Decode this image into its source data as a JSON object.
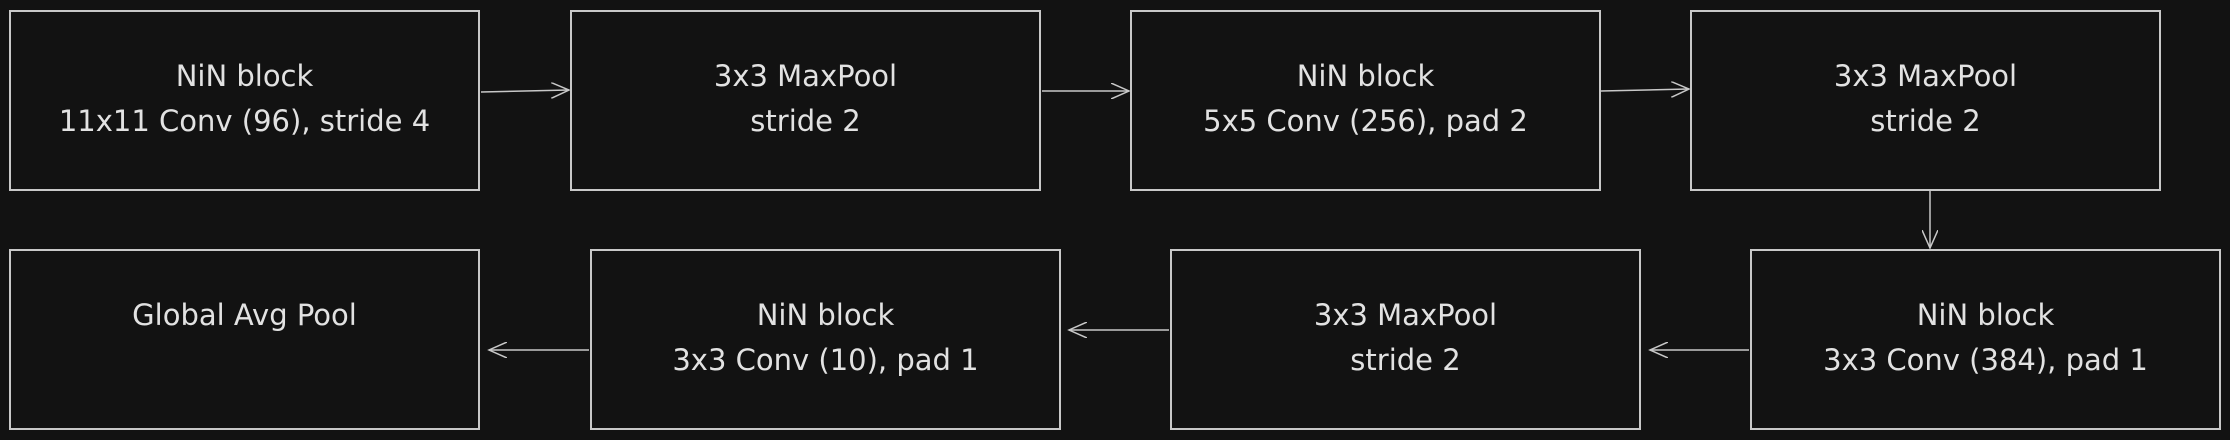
{
  "nodes": [
    {
      "id": "nin1",
      "lines": [
        "NiN block",
        "11x11 Conv (96), stride 4"
      ]
    },
    {
      "id": "pool1",
      "lines": [
        "3x3 MaxPool",
        "stride 2"
      ]
    },
    {
      "id": "nin2",
      "lines": [
        "NiN block",
        "5x5 Conv (256), pad 2"
      ]
    },
    {
      "id": "pool2",
      "lines": [
        "3x3 MaxPool",
        "stride 2"
      ]
    },
    {
      "id": "nin3",
      "lines": [
        "NiN block",
        "3x3 Conv (384), pad 1"
      ]
    },
    {
      "id": "pool3",
      "lines": [
        "3x3 MaxPool",
        "stride 2"
      ]
    },
    {
      "id": "nin4",
      "lines": [
        "NiN block",
        "3x3 Conv (10), pad 1"
      ]
    },
    {
      "id": "gap",
      "lines": [
        "Global Avg Pool"
      ]
    }
  ],
  "edges": [
    [
      "nin1",
      "pool1"
    ],
    [
      "pool1",
      "nin2"
    ],
    [
      "nin2",
      "pool2"
    ],
    [
      "pool2",
      "nin3"
    ],
    [
      "nin3",
      "pool3"
    ],
    [
      "pool3",
      "nin4"
    ],
    [
      "nin4",
      "gap"
    ]
  ],
  "colors": {
    "background": "#121212",
    "stroke": "#c8c8c8",
    "text": "#e2e2e2"
  }
}
